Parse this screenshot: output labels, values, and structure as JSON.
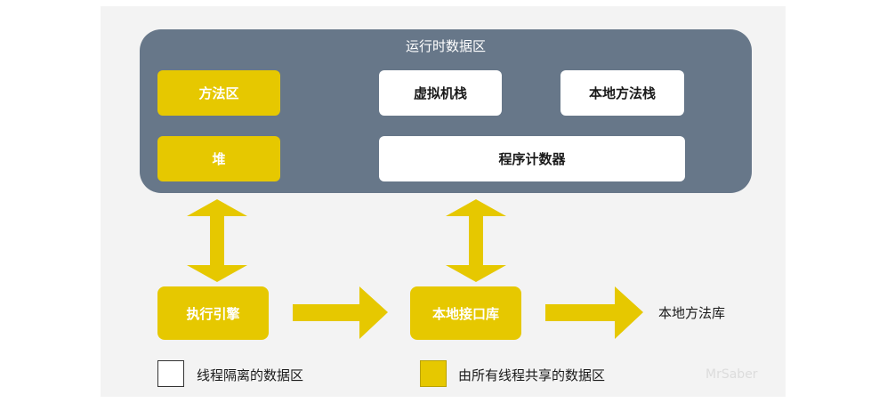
{
  "runtime_area": {
    "title": "运行时数据区",
    "method_area": "方法区",
    "heap": "堆",
    "vm_stack": "虚拟机栈",
    "native_method_stack": "本地方法栈",
    "program_counter": "程序计数器"
  },
  "execution_engine": "执行引擎",
  "native_interface": "本地接口库",
  "native_library": "本地方法库",
  "legend": {
    "thread_isolated": "线程隔离的数据区",
    "thread_shared": "由所有线程共享的数据区"
  },
  "watermark": "MrSaber",
  "colors": {
    "shared_yellow": "#e6c800",
    "runtime_slate": "#677789",
    "panel_gray": "#f3f3f3"
  }
}
